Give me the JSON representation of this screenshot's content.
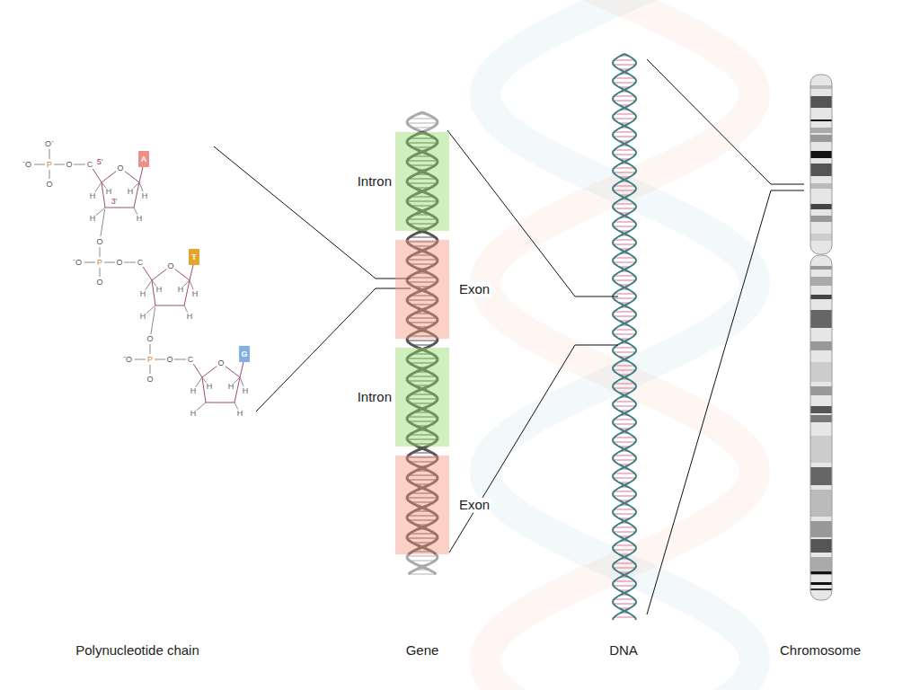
{
  "diagram": {
    "nodes": [
      {
        "text": [
          "A"
        ]
      },
      {
        "text": [
          "T"
        ]
      },
      {
        "text": [
          "G"
        ]
      },
      {
        "text": [
          "Intron"
        ]
      },
      {
        "text": [
          "Exon"
        ]
      },
      {
        "text": [
          "Intron"
        ]
      },
      {
        "text": [
          "Exon"
        ]
      }
    ],
    "labels": [
      "O⁻",
      "⁻O",
      "P",
      "O",
      "O",
      "C",
      "5'",
      "O",
      "H",
      "H",
      "H",
      "H",
      "3'",
      "H",
      "H",
      "O",
      "⁻O",
      "P",
      "O",
      "O",
      "C",
      "O",
      "H",
      "H",
      "H",
      "H",
      "H",
      "H",
      "O",
      "⁻O",
      "P",
      "O",
      "O",
      "C",
      "O",
      "H",
      "H",
      "H",
      "H",
      "H",
      "H",
      "Polynucleotide chain",
      "Gene",
      "DNA",
      "Chromosome"
    ]
  }
}
